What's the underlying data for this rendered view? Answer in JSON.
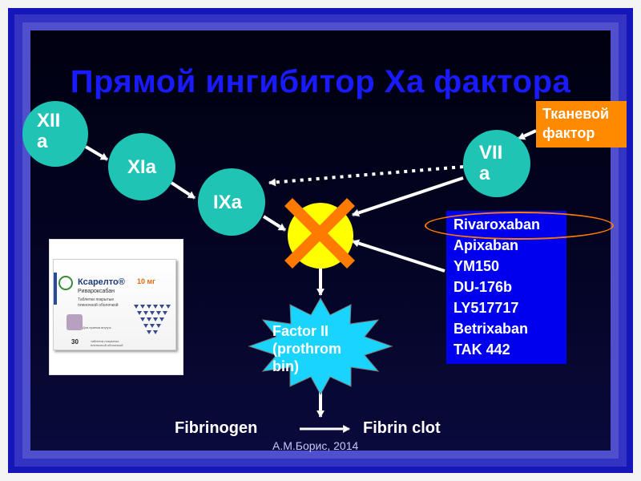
{
  "title": "Прямой ингибитор  Ха фактора",
  "nodes": {
    "xiia": "XII\na",
    "xia": "XIa",
    "ixa": "IXa",
    "viia": "VII\na"
  },
  "tissue_factor": "Тканевой\nфактор",
  "drugs": [
    "Rivaroxaban",
    "Apixaban",
    "YM150",
    "DU-176b",
    "LY517717",
    "Betrixaban",
    "TAK 442"
  ],
  "factor2": "Factor II\n(prothrom\nbin)",
  "fibrinogen": "Fibrinogen",
  "fibrin_clot": "Fibrin clot",
  "credit": "А.М.Борис, 2014",
  "package": {
    "brand": "Ксарелто®",
    "dose": "10 мг",
    "inn": "Ривароксабан",
    "tablet_line1": "Таблетки покрытые",
    "tablet_line2": "пленочной оболочкой",
    "use": "Для приема внутрь",
    "count": "30",
    "count_note": "таблеток покрытых пленочной оболочкой"
  },
  "colors": {
    "title": "#1a1aff",
    "node": "#20c4b4",
    "xa_circle": "#ffff00",
    "cross": "#ff7a00",
    "tissue_factor_bg": "#ff8a00",
    "drug_list_bg": "#0000ee",
    "star_fill": "#18d4ff",
    "arrow": "#ffffff"
  },
  "icons": {
    "inhibition": "x-cross-icon",
    "manufacturer": "bayer-cross-icon"
  }
}
